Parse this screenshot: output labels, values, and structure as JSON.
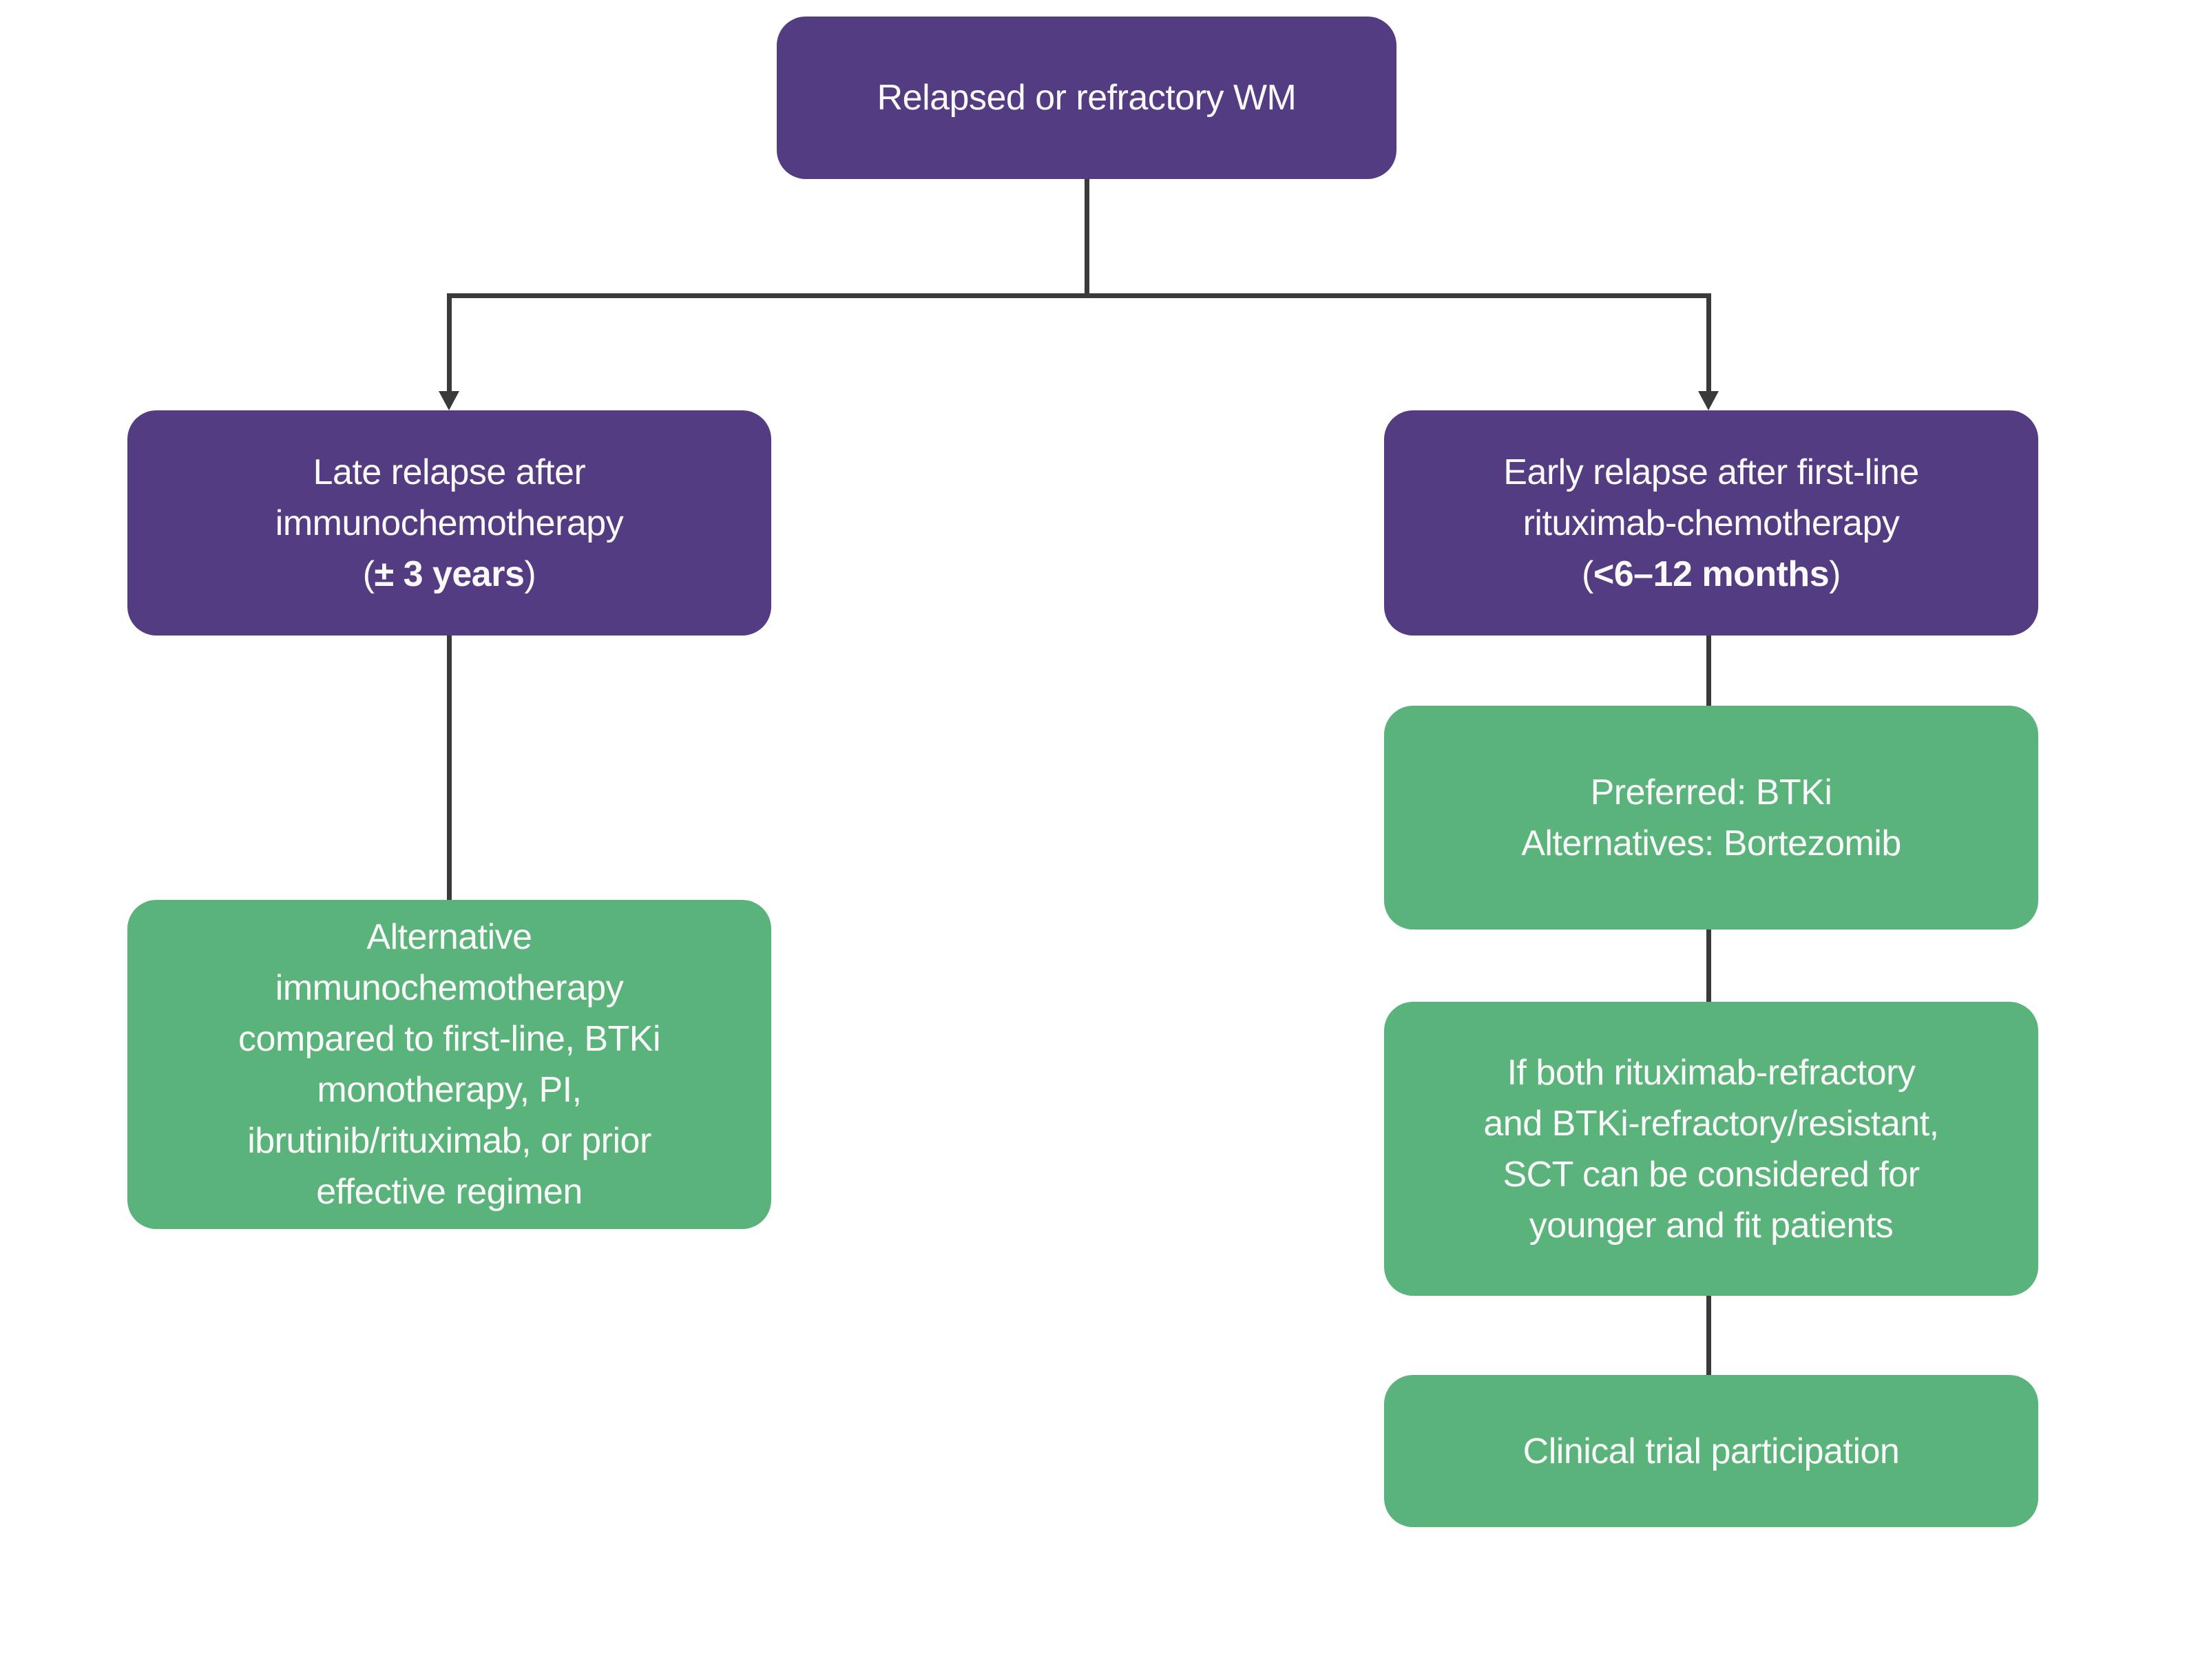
{
  "colors": {
    "purple": "#543c83",
    "green": "#5bb37c",
    "line": "#3a3a3a",
    "text": "#fbfafa",
    "background": "#ffffff"
  },
  "diagram": {
    "root": {
      "label": "Relapsed or refractory WM"
    },
    "left": {
      "condition": {
        "lines": [
          "Late relapse after",
          "immunochemotherapy"
        ],
        "detail": {
          "prefix": "(",
          "bold": "± 3 years",
          "suffix": ")"
        }
      },
      "treatment": {
        "lines": [
          "Alternative",
          "immunochemotherapy",
          "compared to first-line, BTKi",
          "monotherapy, PI,",
          "ibrutinib/rituximab, or prior",
          "effective regimen"
        ]
      }
    },
    "right": {
      "condition": {
        "lines": [
          "Early relapse after first-line",
          "rituximab-chemotherapy"
        ],
        "detail": {
          "prefix": "(",
          "bold": "<6–12 months",
          "suffix": ")"
        }
      },
      "preferred": {
        "lines": [
          "Preferred: BTKi",
          "Alternatives: Bortezomib"
        ]
      },
      "sct": {
        "lines": [
          "If both rituximab-refractory",
          "and BTKi-refractory/resistant,",
          "SCT can be considered for",
          "younger and fit patients"
        ]
      },
      "trial": {
        "lines": [
          "Clinical trial participation"
        ]
      }
    }
  }
}
